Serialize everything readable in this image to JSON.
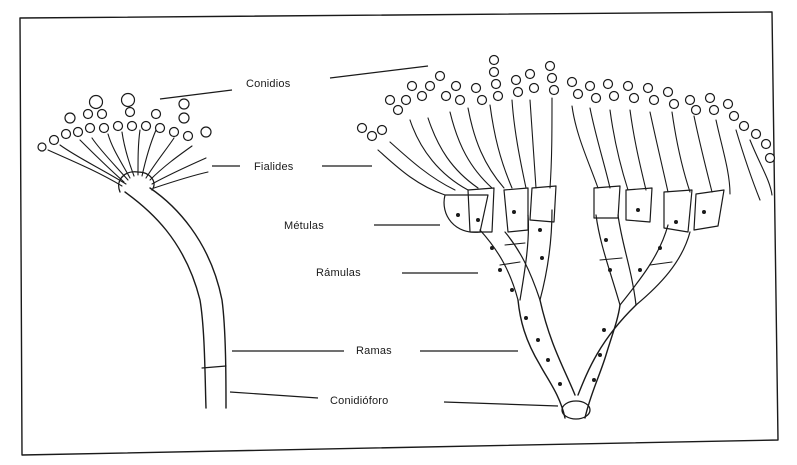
{
  "labels": {
    "conidios": "Conidios",
    "fialides": "Fialides",
    "metulas": "Métulas",
    "ramulas": "Rámulas",
    "ramas": "Ramas",
    "conidioforo": "Conidióforo"
  }
}
